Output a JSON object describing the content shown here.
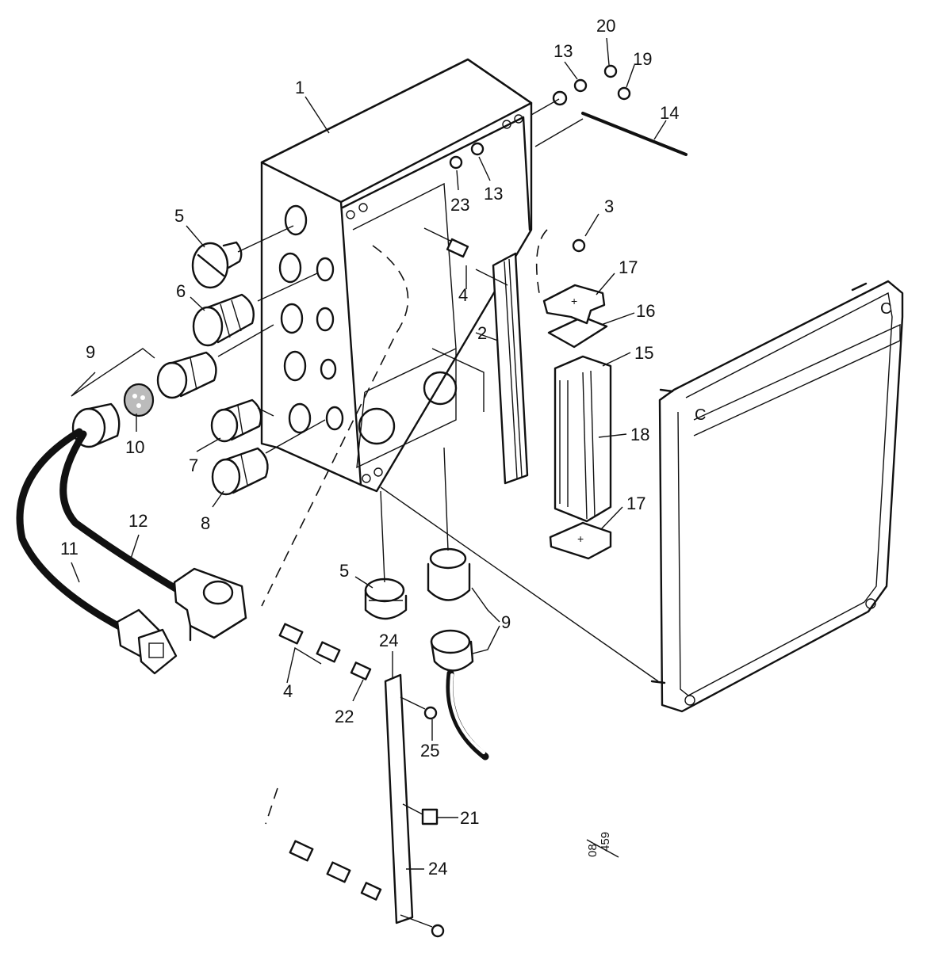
{
  "labels": {
    "l1": "1",
    "l2": "2",
    "l3": "3",
    "l4a": "4",
    "l4b": "4",
    "l5a": "5",
    "l5b": "5",
    "l6": "6",
    "l7": "7",
    "l8": "8",
    "l9a": "9",
    "l9b": "9",
    "l10": "10",
    "l11": "11",
    "l12": "12",
    "l13a": "13",
    "l13b": "13",
    "l14": "14",
    "l15": "15",
    "l16": "16",
    "l17a": "17",
    "l17b": "17",
    "l18": "18",
    "l19": "19",
    "l20": "20",
    "l21": "21",
    "l22": "22",
    "l23": "23",
    "l24a": "24",
    "l24b": "24",
    "l25": "25"
  },
  "revision": {
    "top": "459",
    "bottom": "08"
  }
}
